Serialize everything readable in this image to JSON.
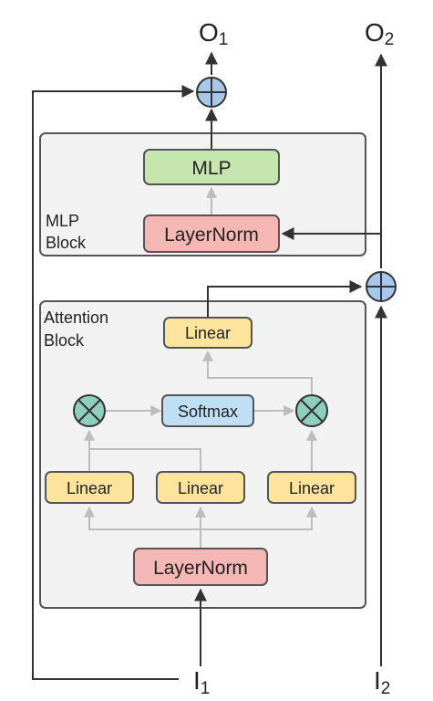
{
  "io": {
    "output1_letter": "O",
    "output1_sub": "1",
    "output2_letter": "O",
    "output2_sub": "2",
    "input1_letter": "I",
    "input1_sub": "1",
    "input2_letter": "I",
    "input2_sub": "2"
  },
  "mlp_block": {
    "title_line1": "MLP",
    "title_line2": "Block",
    "mlp_label": "MLP",
    "layernorm_label": "LayerNorm"
  },
  "attention_block": {
    "title_line1": "Attention",
    "title_line2": "Block",
    "output_linear_label": "Linear",
    "softmax_label": "Softmax",
    "linear_left_label": "Linear",
    "linear_mid_label": "Linear",
    "linear_right_label": "Linear",
    "layernorm_label": "LayerNorm"
  },
  "colors": {
    "block_fill": "#f2f2f2",
    "block_stroke": "#555555",
    "mlp_fill": "#c6e6b0",
    "layernorm_fill": "#f4b7b3",
    "linear_fill": "#fde49c",
    "softmax_fill": "#bfe0f4",
    "add_node_fill": "#a7c8ea",
    "mult_node_fill": "#8ccfbd",
    "main_arrow": "#333333",
    "internal_arrow": "#bdbdbd"
  }
}
